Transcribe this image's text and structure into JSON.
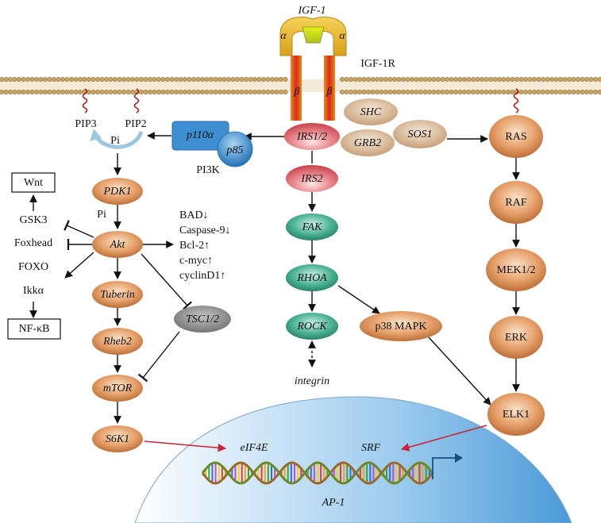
{
  "receptor": {
    "ligand": "IGF-1",
    "alpha_left": "α",
    "alpha_right": "α",
    "beta_left": "β",
    "beta_right": "β",
    "receptor_name": "IGF-1R"
  },
  "adaptors": {
    "shc": "SHC",
    "grb2": "GRB2",
    "sos1": "SOS1",
    "irs12": "IRS1/2"
  },
  "pi3k": {
    "p110": "p110α",
    "p85": "p85",
    "name": "PI3K",
    "pip3": "PIP3",
    "pip2": "PIP2",
    "pi_top": "Pi"
  },
  "akt_branch": {
    "pdk1": "PDK1",
    "pi": "Pi",
    "akt": "Akt",
    "tuberin": "Tuberin",
    "rheb2": "Rheb2",
    "mtor": "mTOR",
    "s6k1": "S6K1",
    "tsc12": "TSC1/2"
  },
  "akt_targets": {
    "wnt": "Wnt",
    "gsk3": "GSK3",
    "foxhead": "Foxhead",
    "foxo": "FOXO",
    "ikk": "Ikkα",
    "nfkb": "NF-κB"
  },
  "apoptosis_effects": [
    "BAD↓",
    "Caspase-9↓",
    "Bcl-2↑",
    "c-myc↑",
    "cyclinD1↑"
  ],
  "irs2_branch": {
    "irs2": "IRS2",
    "fak": "FAK",
    "rhoa": "RHOA",
    "rock": "ROCK",
    "integrin": "integrin",
    "p38": "p38 MAPK"
  },
  "mapk_branch": {
    "ras": "RAS",
    "raf": "RAF",
    "mek": "MEK1/2",
    "erk": "ERK",
    "elk1": "ELK1"
  },
  "nucleus": {
    "eif4e": "eIF4E",
    "srf": "SRF",
    "ap1": "AP-1"
  },
  "colors": {
    "node_orange": "#d98a4a",
    "node_green": "#2e9a7a",
    "node_red": "#d9636b",
    "node_gray": "#8a8a8a",
    "node_tan": "#c9a27c",
    "pi3k_blue": "#3a8fd0",
    "red_arrow": "#cc2233",
    "nucleus_blue": "#6aaee0",
    "membrane": "#c8a468"
  }
}
